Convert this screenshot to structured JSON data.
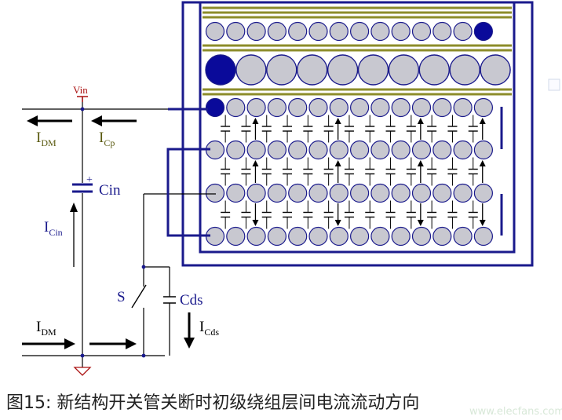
{
  "labels": {
    "vin": "Vin",
    "cin": "Cin",
    "cin_plus": "+",
    "cds": "Cds",
    "switch": "S",
    "i_dm": "I",
    "i_dm_sub": "DM",
    "i_cp": "I",
    "i_cp_sub": "Cp",
    "i_cin": "I",
    "i_cin_sub": "Cin",
    "i_cds": "I",
    "i_cds_sub": "Cds"
  },
  "caption": "图15: 新结构开关管关断时初级绕组层间电流流动方向",
  "watermark": "www.elecfans.com",
  "winding": {
    "small_turns_per_row": 14,
    "large_turns_per_row": 10,
    "primary_rows": 4,
    "primary_turns_per_row": 14,
    "capacitor_gaps": 13,
    "up_arrow_columns": [
      2,
      6,
      10,
      13
    ],
    "down_arrow_columns": [
      2,
      6,
      10,
      13
    ]
  },
  "colors": {
    "wire": "#000000",
    "winding_frame": "#1a1a8c",
    "turn_fill": "#c8c8d0",
    "turn_stroke": "#1a1a8c",
    "turn_highlight": "#0a0a9a",
    "tape": "#8c8c2a",
    "label_blue": "#1a1a8c",
    "label_olive": "#5a5a10",
    "vin_red": "#aa1111"
  }
}
